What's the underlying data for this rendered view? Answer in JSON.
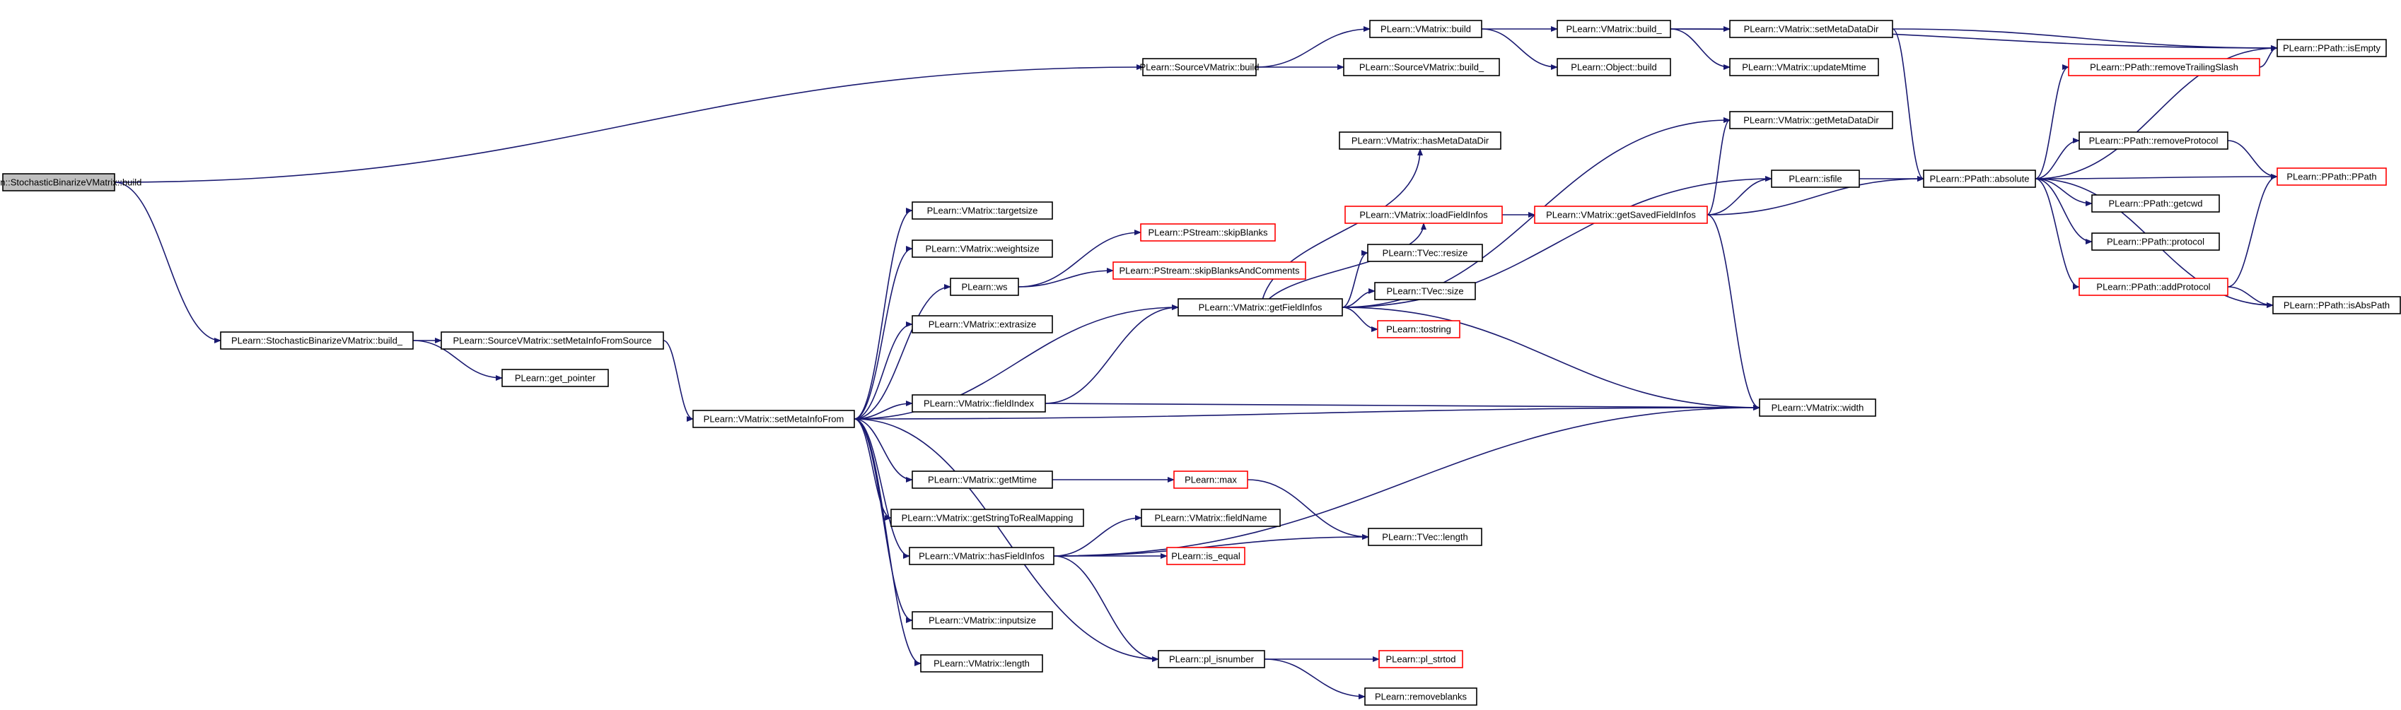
{
  "diagram": {
    "edge_color": "#191970",
    "border_color": "#000000",
    "truncated_border_color": "#ff0000",
    "root_fill": "#bfbfbf",
    "nodes": [
      {
        "id": "n0",
        "label": "PLearn::StochasticBinarizeVMatrix::build",
        "root": true
      },
      {
        "id": "n1",
        "label": "PLearn::SourceVMatrix::build"
      },
      {
        "id": "n2",
        "label": "PLearn::StochasticBinarizeVMatrix::build_"
      },
      {
        "id": "n3",
        "label": "PLearn::VMatrix::build"
      },
      {
        "id": "n4",
        "label": "PLearn::SourceVMatrix::build_"
      },
      {
        "id": "n5",
        "label": "PLearn::VMatrix::build_"
      },
      {
        "id": "n6",
        "label": "PLearn::Object::build"
      },
      {
        "id": "n7",
        "label": "PLearn::VMatrix::setMetaDataDir"
      },
      {
        "id": "n8",
        "label": "PLearn::VMatrix::updateMtime"
      },
      {
        "id": "n9",
        "label": "PLearn::PPath::isEmpty"
      },
      {
        "id": "n10",
        "label": "PLearn::PPath::removeTrailingSlash",
        "truncated": true
      },
      {
        "id": "n11",
        "label": "PLearn::PPath::absolute"
      },
      {
        "id": "n12",
        "label": "PLearn::PPath::removeProtocol"
      },
      {
        "id": "n13",
        "label": "PLearn::PPath::PPath",
        "truncated": true
      },
      {
        "id": "n14",
        "label": "PLearn::PPath::getcwd"
      },
      {
        "id": "n15",
        "label": "PLearn::PPath::protocol"
      },
      {
        "id": "n16",
        "label": "PLearn::PPath::addProtocol",
        "truncated": true
      },
      {
        "id": "n17",
        "label": "PLearn::PPath::isAbsPath"
      },
      {
        "id": "n18",
        "label": "PLearn::SourceVMatrix::setMetaInfoFromSource"
      },
      {
        "id": "n19",
        "label": "PLearn::get_pointer"
      },
      {
        "id": "n20",
        "label": "PLearn::VMatrix::setMetaInfoFrom"
      },
      {
        "id": "n21",
        "label": "PLearn::VMatrix::targetsize"
      },
      {
        "id": "n22",
        "label": "PLearn::VMatrix::weightsize"
      },
      {
        "id": "n23",
        "label": "PLearn::ws"
      },
      {
        "id": "n24",
        "label": "PLearn::PStream::skipBlanks",
        "truncated": true
      },
      {
        "id": "n25",
        "label": "PLearn::PStream::skipBlanksAndComments",
        "truncated": true
      },
      {
        "id": "n26",
        "label": "PLearn::VMatrix::extrasize"
      },
      {
        "id": "n27",
        "label": "PLearn::VMatrix::getFieldInfos"
      },
      {
        "id": "n28",
        "label": "PLearn::VMatrix::fieldIndex"
      },
      {
        "id": "n29",
        "label": "PLearn::VMatrix::getMtime"
      },
      {
        "id": "n30",
        "label": "PLearn::VMatrix::getStringToRealMapping"
      },
      {
        "id": "n31",
        "label": "PLearn::VMatrix::hasFieldInfos"
      },
      {
        "id": "n32",
        "label": "PLearn::VMatrix::inputsize"
      },
      {
        "id": "n33",
        "label": "PLearn::VMatrix::length"
      },
      {
        "id": "n34",
        "label": "PLearn::VMatrix::hasMetaDataDir"
      },
      {
        "id": "n35",
        "label": "PLearn::VMatrix::getMetaDataDir"
      },
      {
        "id": "n36",
        "label": "PLearn::VMatrix::loadFieldInfos",
        "truncated": true
      },
      {
        "id": "n37",
        "label": "PLearn::VMatrix::getSavedFieldInfos",
        "truncated": true
      },
      {
        "id": "n38",
        "label": "PLearn::isfile"
      },
      {
        "id": "n39",
        "label": "PLearn::TVec::resize"
      },
      {
        "id": "n40",
        "label": "PLearn::TVec::size"
      },
      {
        "id": "n41",
        "label": "PLearn::tostring",
        "truncated": true
      },
      {
        "id": "n42",
        "label": "PLearn::VMatrix::width"
      },
      {
        "id": "n43",
        "label": "PLearn::max",
        "truncated": true
      },
      {
        "id": "n44",
        "label": "PLearn::VMatrix::fieldName"
      },
      {
        "id": "n45",
        "label": "PLearn::TVec::length"
      },
      {
        "id": "n46",
        "label": "PLearn::is_equal",
        "truncated": true
      },
      {
        "id": "n47",
        "label": "PLearn::pl_isnumber"
      },
      {
        "id": "n48",
        "label": "PLearn::pl_strtod",
        "truncated": true
      },
      {
        "id": "n49",
        "label": "PLearn::removeblanks"
      }
    ],
    "edges": [
      [
        "n0",
        "n1"
      ],
      [
        "n0",
        "n2"
      ],
      [
        "n1",
        "n3"
      ],
      [
        "n1",
        "n4"
      ],
      [
        "n3",
        "n5"
      ],
      [
        "n3",
        "n6"
      ],
      [
        "n5",
        "n7"
      ],
      [
        "n5",
        "n8"
      ],
      [
        "n5",
        "n9"
      ],
      [
        "n7",
        "n9"
      ],
      [
        "n7",
        "n11"
      ],
      [
        "n11",
        "n10"
      ],
      [
        "n11",
        "n9"
      ],
      [
        "n11",
        "n12"
      ],
      [
        "n11",
        "n13"
      ],
      [
        "n11",
        "n14"
      ],
      [
        "n11",
        "n15"
      ],
      [
        "n11",
        "n16"
      ],
      [
        "n11",
        "n17"
      ],
      [
        "n10",
        "n9"
      ],
      [
        "n12",
        "n13"
      ],
      [
        "n16",
        "n13"
      ],
      [
        "n16",
        "n17"
      ],
      [
        "n2",
        "n18"
      ],
      [
        "n2",
        "n19"
      ],
      [
        "n18",
        "n20"
      ],
      [
        "n20",
        "n21"
      ],
      [
        "n20",
        "n22"
      ],
      [
        "n20",
        "n23"
      ],
      [
        "n20",
        "n26"
      ],
      [
        "n20",
        "n27"
      ],
      [
        "n20",
        "n28"
      ],
      [
        "n20",
        "n42"
      ],
      [
        "n20",
        "n29"
      ],
      [
        "n20",
        "n30"
      ],
      [
        "n20",
        "n31"
      ],
      [
        "n20",
        "n32"
      ],
      [
        "n20",
        "n33"
      ],
      [
        "n20",
        "n47"
      ],
      [
        "n23",
        "n24"
      ],
      [
        "n23",
        "n25"
      ],
      [
        "n27",
        "n34"
      ],
      [
        "n27",
        "n35"
      ],
      [
        "n27",
        "n36"
      ],
      [
        "n27",
        "n38"
      ],
      [
        "n27",
        "n39"
      ],
      [
        "n27",
        "n40"
      ],
      [
        "n27",
        "n41"
      ],
      [
        "n27",
        "n42"
      ],
      [
        "n36",
        "n37"
      ],
      [
        "n37",
        "n35"
      ],
      [
        "n37",
        "n38"
      ],
      [
        "n37",
        "n11"
      ],
      [
        "n37",
        "n42"
      ],
      [
        "n38",
        "n11"
      ],
      [
        "n28",
        "n27"
      ],
      [
        "n28",
        "n42"
      ],
      [
        "n29",
        "n43"
      ],
      [
        "n43",
        "n45"
      ],
      [
        "n31",
        "n44"
      ],
      [
        "n31",
        "n45"
      ],
      [
        "n31",
        "n46"
      ],
      [
        "n31",
        "n42"
      ],
      [
        "n31",
        "n47"
      ],
      [
        "n47",
        "n48"
      ],
      [
        "n47",
        "n49"
      ]
    ]
  }
}
